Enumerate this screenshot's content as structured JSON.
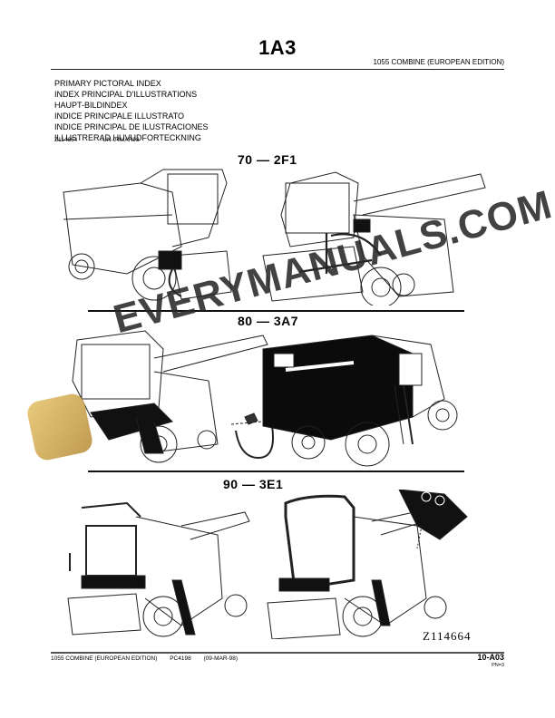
{
  "header": {
    "page_code": "1A3",
    "subtitle": "1055 COMBINE (EUROPEAN EDITION)"
  },
  "index_titles": [
    "PRIMARY PICTORAL INDEX",
    "INDEX PRINCIPAL D'ILLUSTRATIONS",
    "HAUPT-BILDINDEX",
    "INDICE PRINCIPALE ILLUSTRATO",
    "INDICE PRINCIPAL DE ILUSTRACIONES",
    "ILLUSTRERAD HUVUDFORTECKNING"
  ],
  "reference": {
    "id": "Z114664",
    "code": "-UN-04MAR98"
  },
  "sections": [
    {
      "label": "70 — 2F1",
      "description": "Combine with cab and hydraulic lines highlighted"
    },
    {
      "label": "80 — 3A7",
      "description": "Combine with grain tank and body panels highlighted"
    },
    {
      "label": "90 — 3E1",
      "description": "Combine with operator station, cab and ladder highlighted"
    }
  ],
  "figure_id": "Z114664",
  "watermark": {
    "text": "EVERYMANUALS.COM",
    "badge_color": "#d4ac5a"
  },
  "footer": {
    "model": "1055 COMBINE (EUROPEAN EDITION)",
    "pc": "PC4198",
    "date": "(09-MAR-98)",
    "page": "10-A03",
    "pn": "PN=3"
  }
}
